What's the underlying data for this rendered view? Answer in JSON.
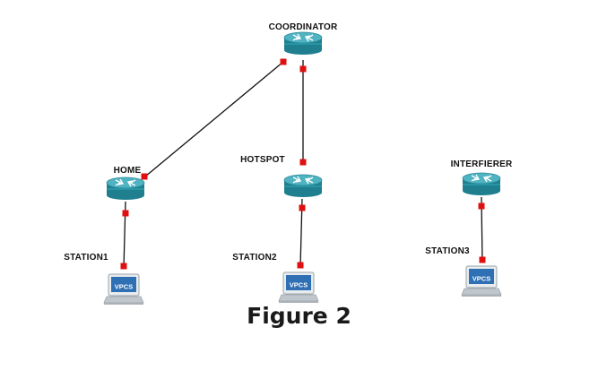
{
  "diagram": {
    "colors": {
      "link": "#111111",
      "port": "#e01010",
      "router_body": "#1f7f8f",
      "router_top": "#4fb3c2",
      "pc_screen": "#2f6fb3",
      "pc_frame": "#bfc6cc"
    },
    "nodes": [
      {
        "id": "coordinator",
        "label": "COORDINATOR",
        "kind": "router",
        "icon": "router-icon"
      },
      {
        "id": "home",
        "label": "HOME",
        "kind": "router",
        "icon": "router-icon"
      },
      {
        "id": "hotspot",
        "label": "HOTSPOT",
        "kind": "router",
        "icon": "router-icon"
      },
      {
        "id": "interfierer",
        "label": "INTERFIERER",
        "kind": "router",
        "icon": "router-icon"
      },
      {
        "id": "station1",
        "label": "STATION1",
        "kind": "vpcs",
        "icon": "vpcs-pc-icon",
        "screen_text": "VPCS"
      },
      {
        "id": "station2",
        "label": "STATION2",
        "kind": "vpcs",
        "icon": "vpcs-pc-icon",
        "screen_text": "VPCS"
      },
      {
        "id": "station3",
        "label": "STATION3",
        "kind": "vpcs",
        "icon": "vpcs-pc-icon",
        "screen_text": "VPCS"
      }
    ],
    "links": [
      {
        "from": "coordinator",
        "to": "home"
      },
      {
        "from": "coordinator",
        "to": "hotspot"
      },
      {
        "from": "home",
        "to": "station1"
      },
      {
        "from": "hotspot",
        "to": "station2"
      },
      {
        "from": "interfierer",
        "to": "station3"
      }
    ]
  },
  "caption": "Figure 2"
}
